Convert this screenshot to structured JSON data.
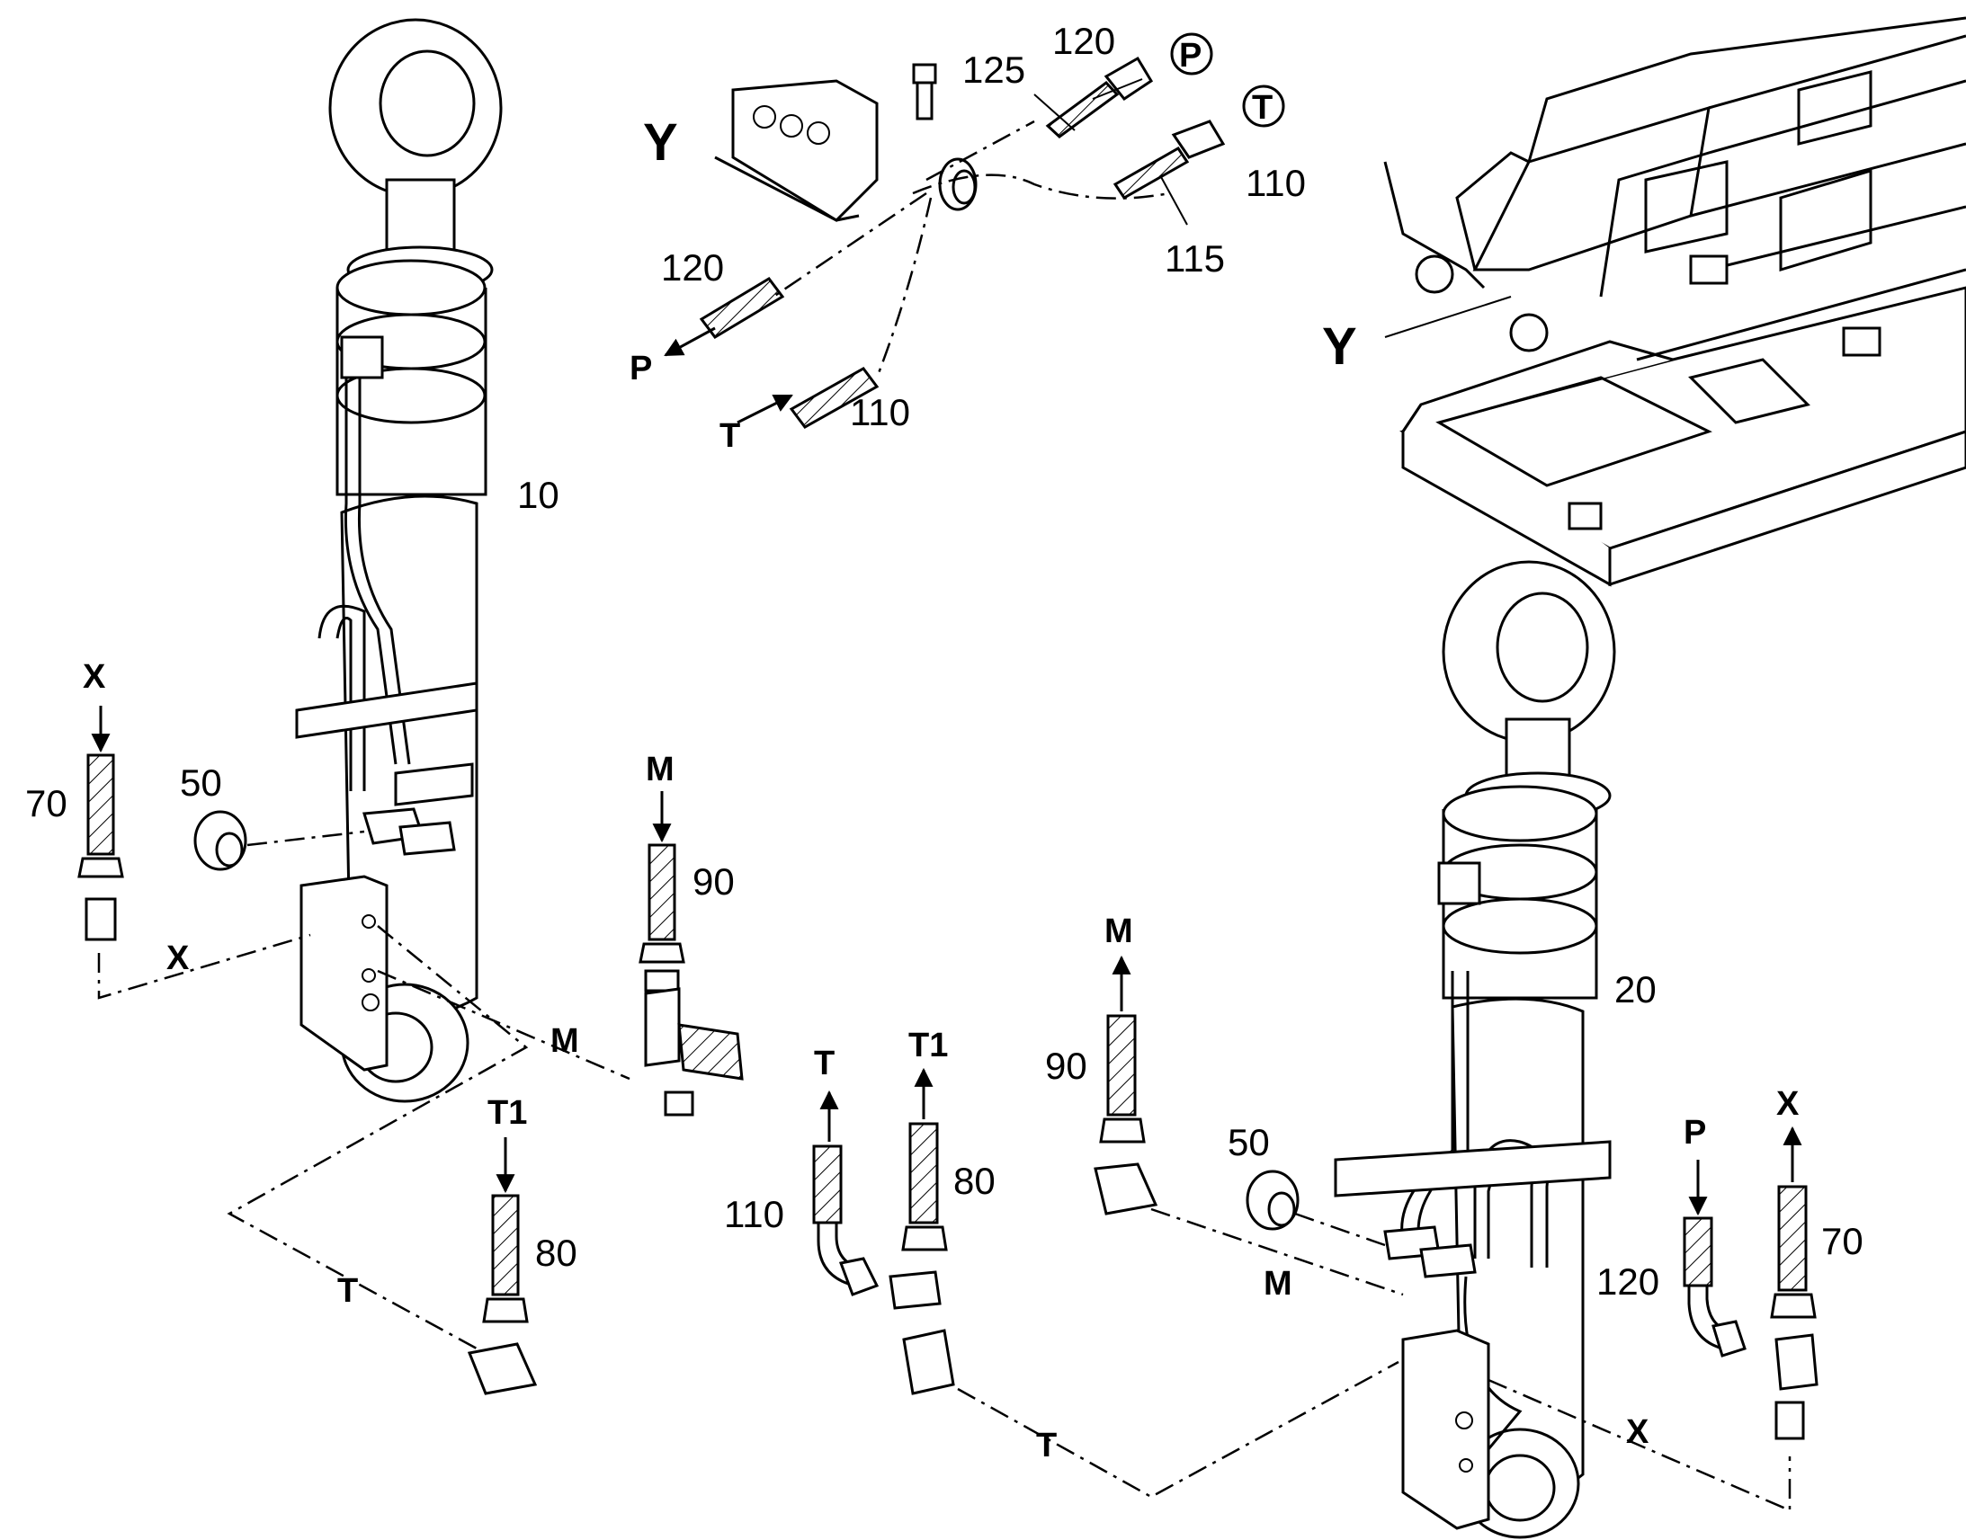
{
  "callouts": {
    "y_detail": "Y",
    "y_pointer": "Y",
    "cyl_left": "10",
    "cyl_right": "20",
    "top_120_a": "120",
    "top_125": "125",
    "top_P_circle": "P",
    "top_T_circle": "T",
    "top_110_a": "110",
    "top_115": "115",
    "top_120_b": "120",
    "top_P_arrow": "P",
    "top_T_arrow": "T",
    "top_110_b": "110",
    "left_X_top": "X",
    "left_70": "70",
    "left_50": "50",
    "left_X_line": "X",
    "mid_M_top": "M",
    "mid_90": "90",
    "left_M_line": "M",
    "left_T1": "T1",
    "left_80": "80",
    "left_T_line": "T",
    "c_T": "T",
    "c_T1": "T1",
    "c_110": "110",
    "c_80": "80",
    "r_M_top": "M",
    "r_90": "90",
    "r_50": "50",
    "r_M_line": "M",
    "c_T_line": "T",
    "r_P": "P",
    "r_X_top": "X",
    "r_120": "120",
    "r_70": "70",
    "r_X_line": "X"
  }
}
